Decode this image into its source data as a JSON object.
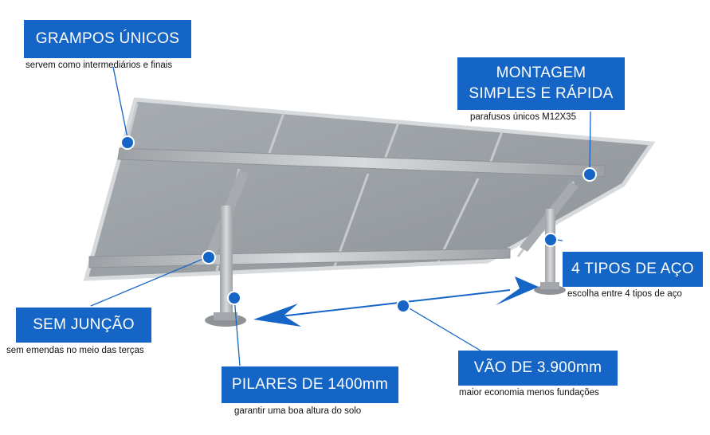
{
  "callouts": {
    "grampos": {
      "title": "GRAMPOS ÚNICOS",
      "subtitle": "servem como intermediários e finais"
    },
    "montagem": {
      "title_line1": "MONTAGEM",
      "title_line2": "SIMPLES E RÁPIDA",
      "subtitle": "parafusos únicos M12X35"
    },
    "tipos_aco": {
      "title": "4 TIPOS DE AÇO",
      "subtitle": "escolha entre 4 tipos de aço"
    },
    "sem_juncao": {
      "title": "SEM JUNÇÃO",
      "subtitle": "sem emendas no meio das terças"
    },
    "pilares": {
      "title": "PILARES DE 1400mm",
      "subtitle": "garantir uma boa altura do solo"
    },
    "vao": {
      "title": "VÃO DE 3.900mm",
      "subtitle": "maior economia menos fundações"
    }
  },
  "colors": {
    "accent": "#1565c7",
    "panel": "#9ea3a8",
    "frame": "#d4d7da",
    "steel": "#b9bcbf"
  }
}
